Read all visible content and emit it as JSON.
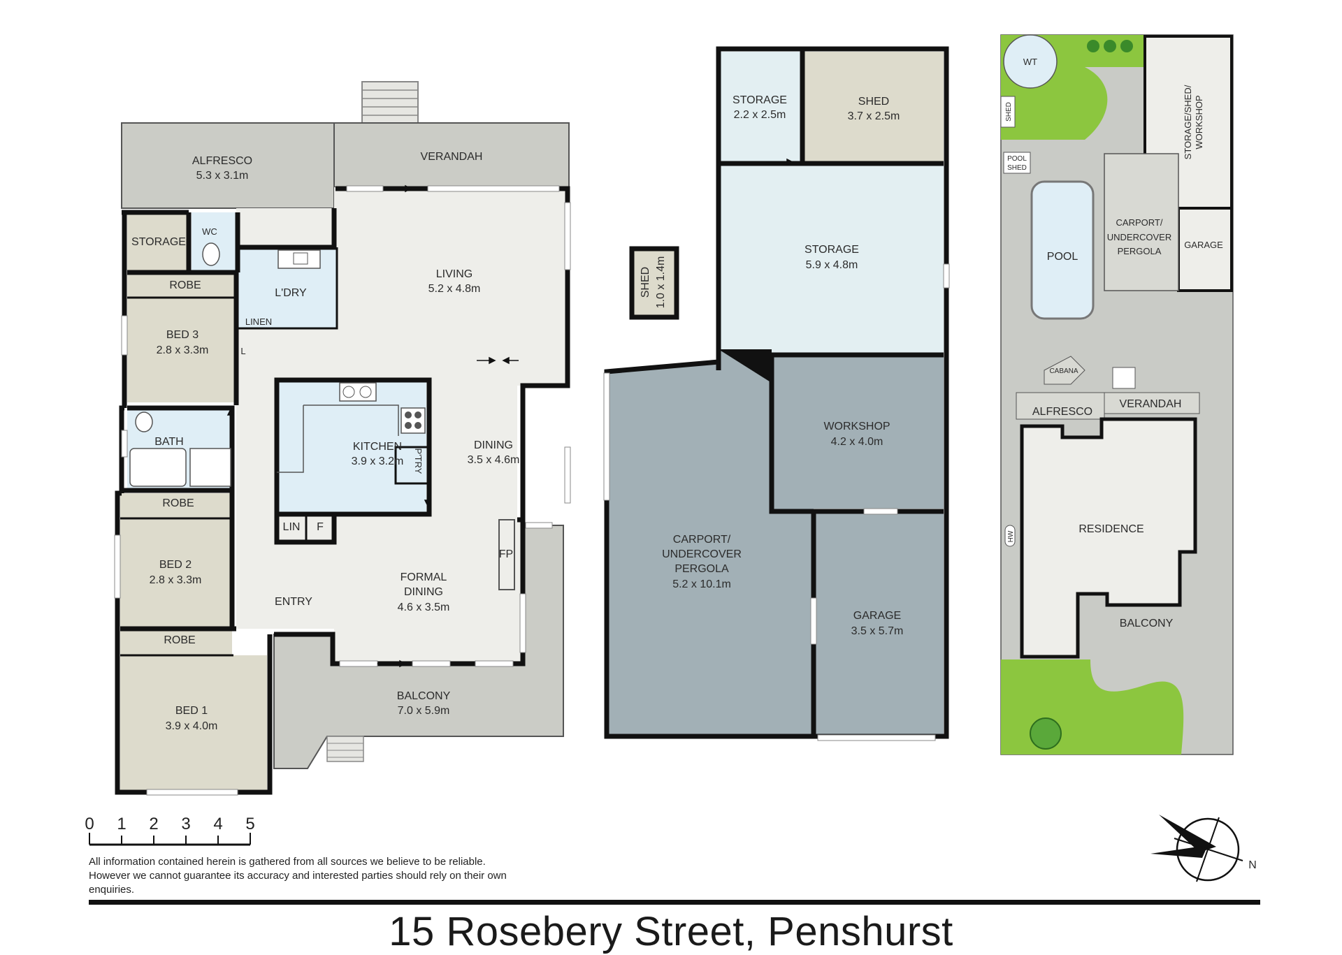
{
  "plan": {
    "house": {
      "alfresco": {
        "name": "ALFRESCO",
        "dims": "5.3 x 3.1m"
      },
      "verandah": {
        "name": "VERANDAH"
      },
      "storage": {
        "name": "STORAGE"
      },
      "wc": {
        "name": "WC"
      },
      "laundry": {
        "name": "L'DRY"
      },
      "linen": {
        "name": "LINEN"
      },
      "l_cupboard": {
        "name": "L"
      },
      "living": {
        "name": "LIVING",
        "dims": "5.2 x 4.8m"
      },
      "robe3": {
        "name": "ROBE"
      },
      "bed3": {
        "name": "BED 3",
        "dims": "2.8 x 3.3m"
      },
      "bath": {
        "name": "BATH"
      },
      "kitchen": {
        "name": "KITCHEN",
        "dims": "3.9 x 3.2m"
      },
      "pantry": {
        "name": "P'TRY"
      },
      "dining": {
        "name": "DINING",
        "dims": "3.5 x 4.6m"
      },
      "robe2": {
        "name": "ROBE"
      },
      "bed2": {
        "name": "BED 2",
        "dims": "2.8 x 3.3m"
      },
      "lin": {
        "name": "LIN"
      },
      "f": {
        "name": "F"
      },
      "fp": {
        "name": "FP"
      },
      "formal_dining": {
        "name": "FORMAL",
        "name2": "DINING",
        "dims": "4.6 x 3.5m"
      },
      "entry": {
        "name": "ENTRY"
      },
      "robe1": {
        "name": "ROBE"
      },
      "bed1": {
        "name": "BED 1",
        "dims": "3.9 x 4.0m"
      },
      "balcony": {
        "name": "BALCONY",
        "dims": "7.0 x 5.9m"
      }
    },
    "outbuildings": {
      "storage_small": {
        "name": "STORAGE",
        "dims": "2.2 x 2.5m"
      },
      "shed": {
        "name": "SHED",
        "dims": "3.7 x 2.5m"
      },
      "storage_large": {
        "name": "STORAGE",
        "dims": "5.9 x 4.8m"
      },
      "shed_small": {
        "name": "SHED",
        "dims": "1.0 x 1.4m"
      },
      "workshop": {
        "name": "WORKSHOP",
        "dims": "4.2 x 4.0m"
      },
      "carport": {
        "name": "CARPORT/",
        "name2": "UNDERCOVER",
        "name3": "PERGOLA",
        "dims": "5.2 x 10.1m"
      },
      "garage": {
        "name": "GARAGE",
        "dims": "3.5 x 5.7m"
      }
    },
    "site": {
      "wt": "WT",
      "shed": "SHED",
      "pool_shed1": "POOL",
      "pool_shed2": "SHED",
      "storage_shed_workshop1": "STORAGE/SHED/",
      "storage_shed_workshop2": "WORKSHOP",
      "pool": "POOL",
      "carport1": "CARPORT/",
      "carport2": "UNDERCOVER",
      "carport3": "PERGOLA",
      "garage": "GARAGE",
      "cabana": "CABANA",
      "alfresco": "ALFRESCO",
      "verandah": "VERANDAH",
      "hw": "HW",
      "residence": "RESIDENCE",
      "balcony": "BALCONY"
    }
  },
  "scale": {
    "ticks": [
      "0",
      "1",
      "2",
      "3",
      "4",
      "5"
    ]
  },
  "compass": {
    "label": "N"
  },
  "disclaimer": "All information contained herein is gathered from all sources we believe to be reliable. However we cannot guarantee its accuracy and interested parties should rely on their own enquiries.",
  "address": "15 Rosebery Street, Penshurst",
  "colors": {
    "outdoor": "#cbccc6",
    "room_beige": "#dddbcc",
    "room_light": "#eeeeea",
    "wet_area": "#dfeef6",
    "storage_blue": "#e3eff2",
    "garage_grey": "#a2b0b6",
    "lawn": "#8cc63f",
    "paving": "#c9cbc6"
  }
}
